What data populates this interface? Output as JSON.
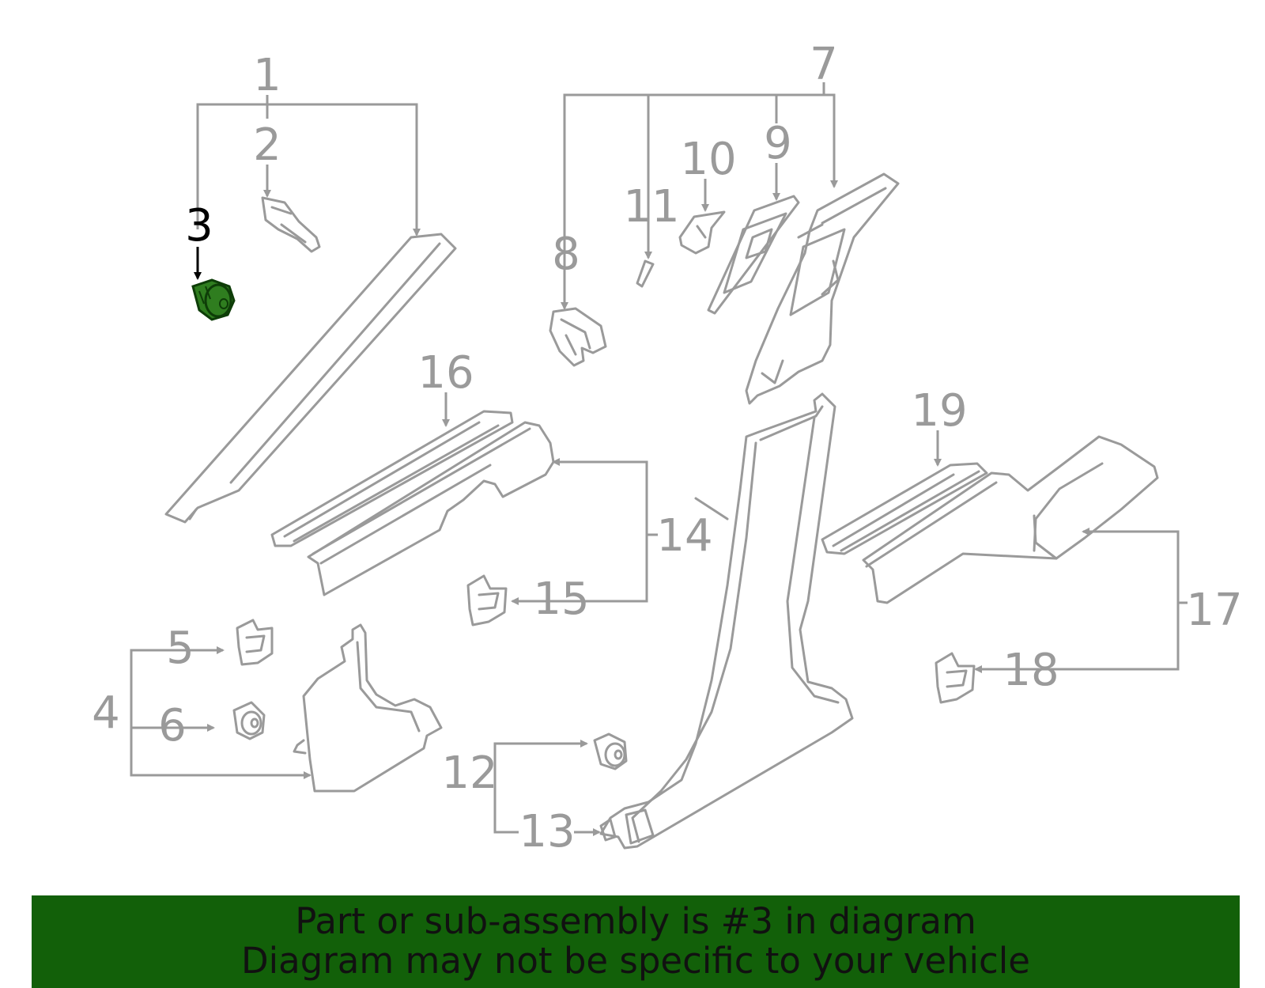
{
  "callouts": {
    "c1": "1",
    "c2": "2",
    "c3": "3",
    "c4": "4",
    "c5": "5",
    "c6": "6",
    "c7": "7",
    "c8": "8",
    "c9": "9",
    "c10": "10",
    "c11": "11",
    "c12": "12",
    "c13": "13",
    "c14": "14",
    "c15": "15",
    "c16": "16",
    "c17": "17",
    "c18": "18",
    "c19": "19"
  },
  "highlight": {
    "part": "3",
    "color": "#2f7d1f"
  },
  "banner": {
    "line1": "Part or sub-assembly is #3 in diagram",
    "line2": "Diagram may not be specific to your vehicle",
    "background": "#126009"
  }
}
